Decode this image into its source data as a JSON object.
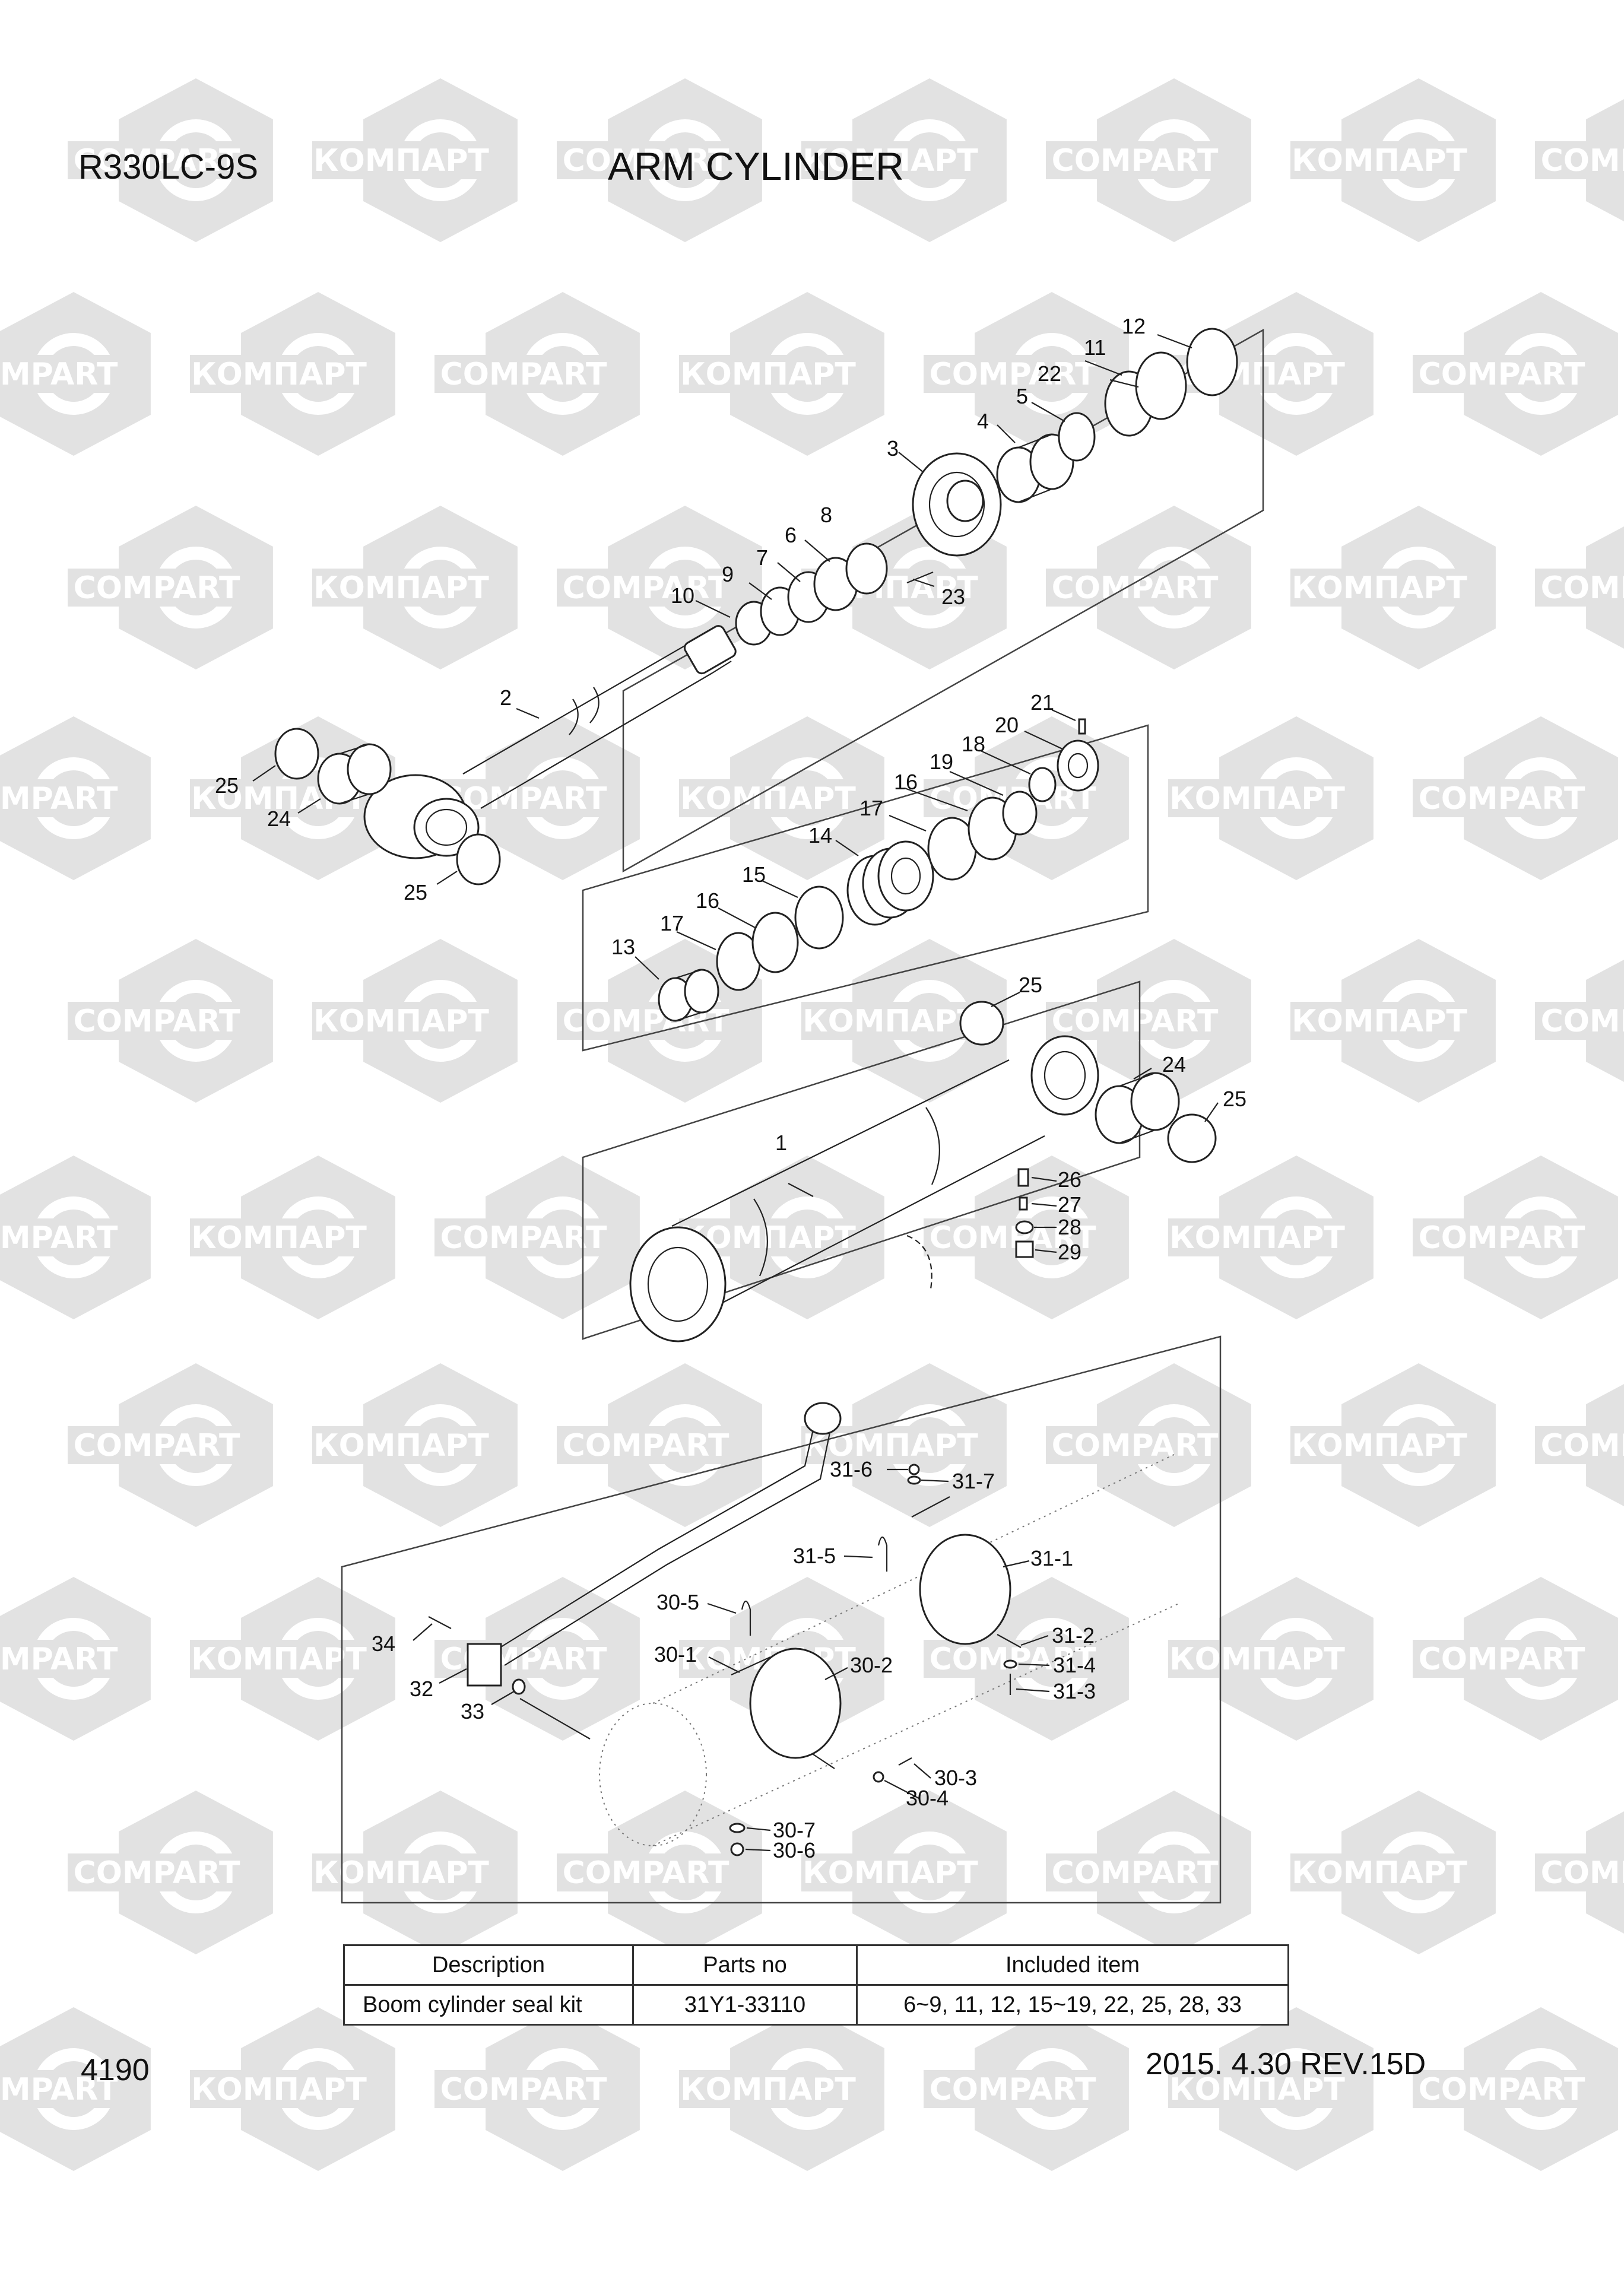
{
  "header": {
    "model": "R330LC-9S",
    "title": "ARM CYLINDER"
  },
  "watermark": {
    "text_latin": "COMPART",
    "text_cyrillic": "КОМПАРТ",
    "color": "#e2e2e2"
  },
  "callouts": {
    "c1": "1",
    "c2": "2",
    "c3": "3",
    "c4": "4",
    "c5": "5",
    "c6": "6",
    "c7": "7",
    "c8": "8",
    "c9": "9",
    "c10": "10",
    "c11": "11",
    "c12": "12",
    "c13": "13",
    "c14": "14",
    "c15": "15",
    "c16a": "16",
    "c16b": "16",
    "c17a": "17",
    "c17b": "17",
    "c18": "18",
    "c19": "19",
    "c20": "20",
    "c21": "21",
    "c22": "22",
    "c23": "23",
    "c24a": "24",
    "c24b": "24",
    "c25a": "25",
    "c25b": "25",
    "c25c": "25",
    "c25d": "25",
    "c26": "26",
    "c27": "27",
    "c28": "28",
    "c29": "29",
    "c30_1": "30-1",
    "c30_2": "30-2",
    "c30_3": "30-3",
    "c30_4": "30-4",
    "c30_5": "30-5",
    "c30_6": "30-6",
    "c30_7": "30-7",
    "c31_1": "31-1",
    "c31_2": "31-2",
    "c31_3": "31-3",
    "c31_4": "31-4",
    "c31_5": "31-5",
    "c31_6": "31-6",
    "c31_7": "31-7",
    "c32": "32",
    "c33": "33",
    "c34": "34"
  },
  "table": {
    "headers": [
      "Description",
      "Parts no",
      "Included item"
    ],
    "rows": [
      [
        "Boom cylinder seal kit",
        "31Y1-33110",
        "6~9, 11, 12, 15~19, 22, 25, 28, 33"
      ]
    ]
  },
  "footer": {
    "page_number": "4190",
    "date_rev": "2015. 4.30  REV.15D"
  }
}
